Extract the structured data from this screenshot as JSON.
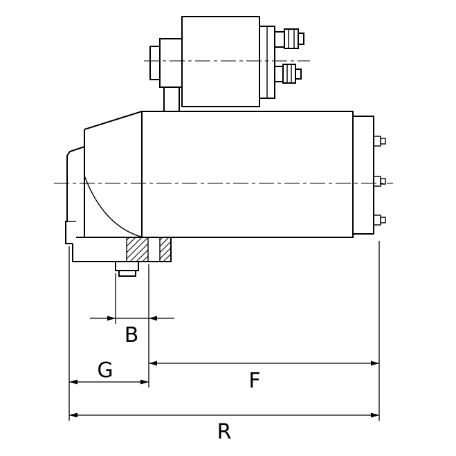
{
  "drawing": {
    "background_color": "#ffffff",
    "line_color": "#000000",
    "subject": "starter-motor-side-view"
  },
  "dimensions": {
    "b": "B",
    "g": "G",
    "f": "F",
    "r": "R"
  }
}
